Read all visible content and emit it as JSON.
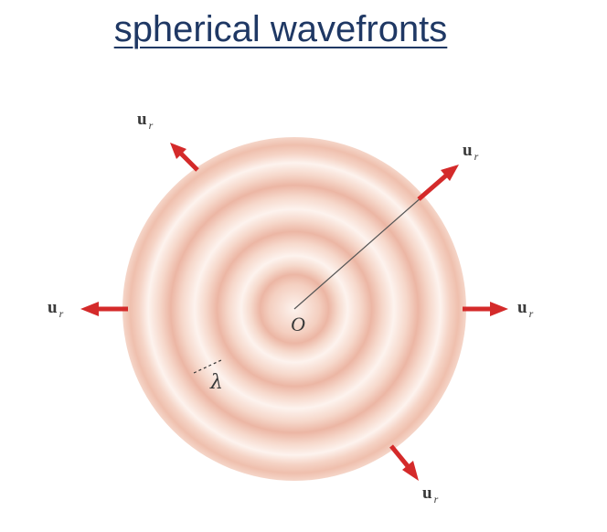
{
  "title": "spherical wavefronts",
  "diagram": {
    "origin_label": "O",
    "wavelength_label": "λ",
    "unit_vector_label": {
      "base": "u",
      "subscript": "r"
    },
    "colors": {
      "title": "#1f3864",
      "wavefront": "#e9a994",
      "arrow": "#d42a2a",
      "radius_line": "#555555"
    }
  }
}
